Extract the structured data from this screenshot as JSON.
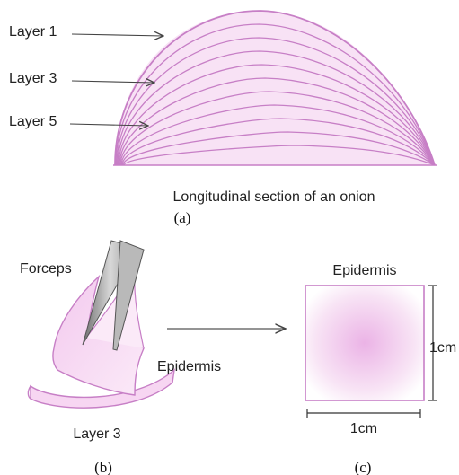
{
  "figure_a": {
    "layer_labels": [
      "Layer 1",
      "Layer 3",
      "Layer 5"
    ],
    "section_title": "Longitudinal section of an onion",
    "caption": "(a)"
  },
  "figure_b": {
    "forceps_label": "Forceps",
    "epidermis_label": "Epidermis",
    "layer_label": "Layer 3",
    "caption": "(b)"
  },
  "figure_c": {
    "epidermis_label": "Epidermis",
    "height_label": "1cm",
    "width_label": "1cm",
    "caption": "(c)"
  },
  "colors": {
    "onion_stroke": "#c77fc6",
    "onion_fill": "#f6dcf2",
    "arrow": "#555555",
    "forceps": "#9a9a9a"
  }
}
